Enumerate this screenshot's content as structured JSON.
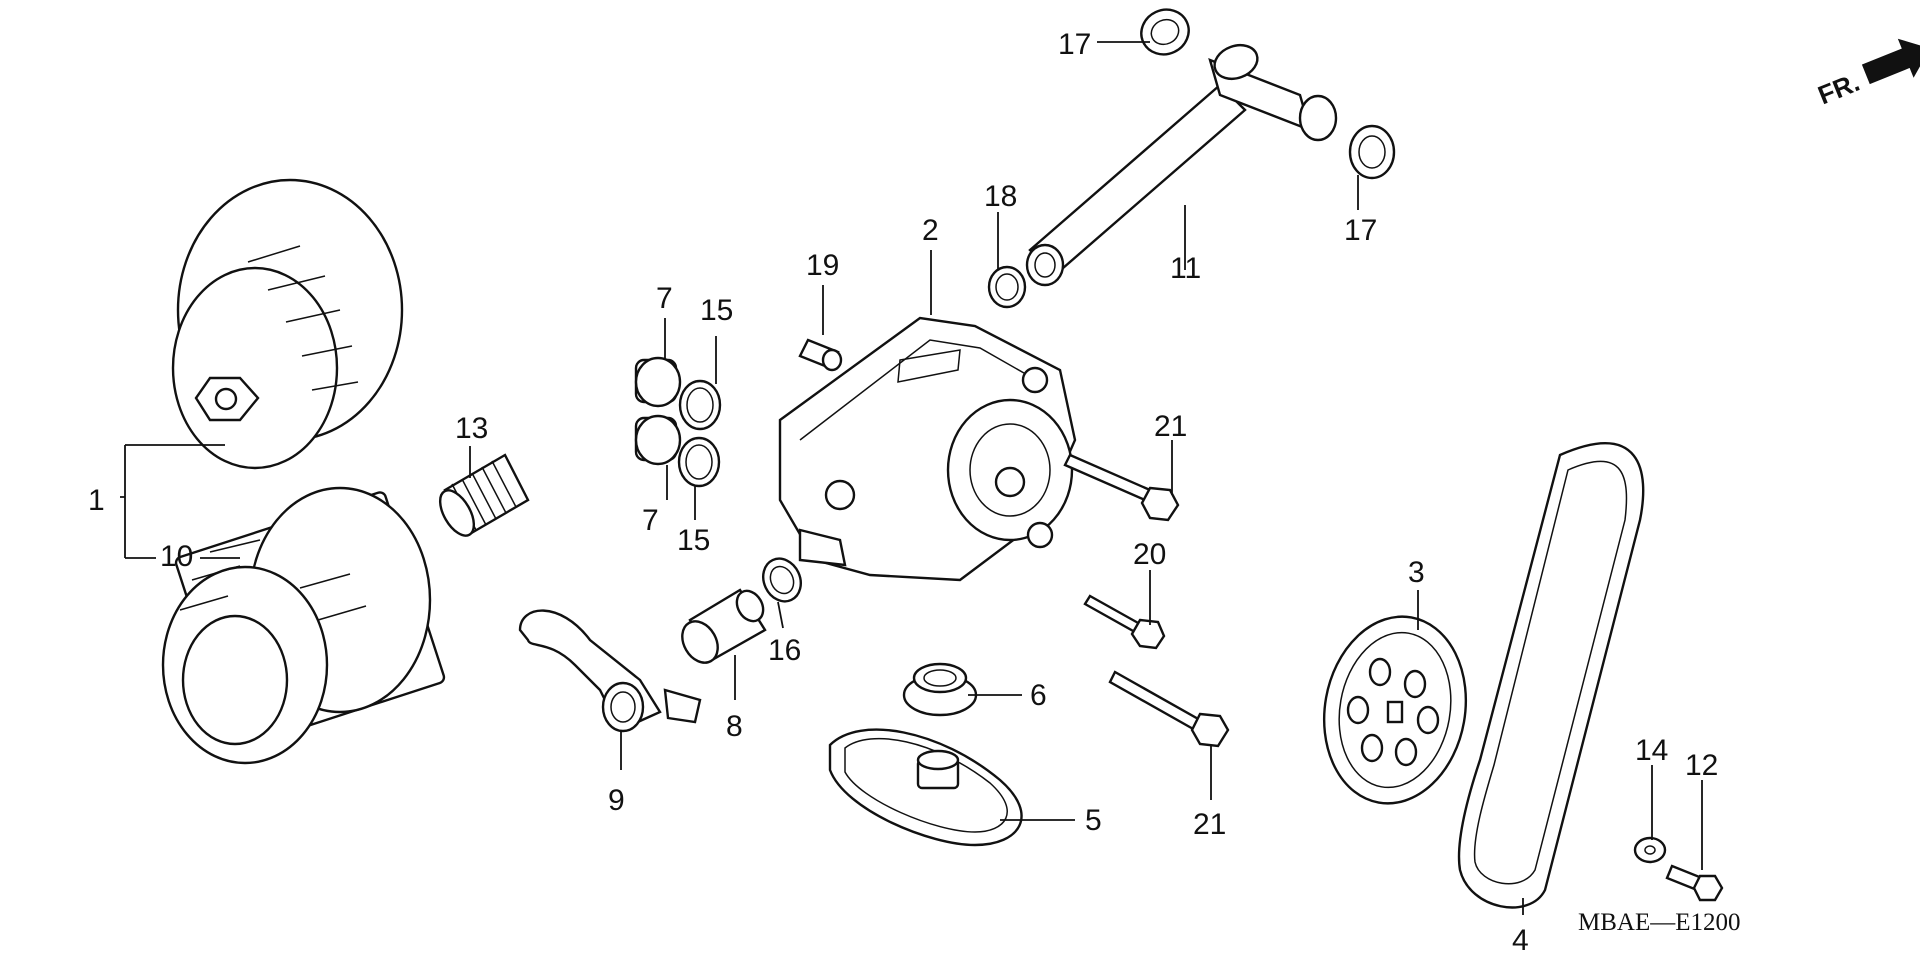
{
  "orientation_label": "FR.",
  "diagram_code": "MBAE—E1200",
  "callouts": [
    {
      "id": "c1",
      "text": "1"
    },
    {
      "id": "c2",
      "text": "2"
    },
    {
      "id": "c3",
      "text": "3"
    },
    {
      "id": "c4",
      "text": "4"
    },
    {
      "id": "c5",
      "text": "5"
    },
    {
      "id": "c6",
      "text": "6"
    },
    {
      "id": "c7a",
      "text": "7"
    },
    {
      "id": "c7b",
      "text": "7"
    },
    {
      "id": "c8",
      "text": "8"
    },
    {
      "id": "c9",
      "text": "9"
    },
    {
      "id": "c10",
      "text": "10"
    },
    {
      "id": "c11",
      "text": "11"
    },
    {
      "id": "c12",
      "text": "12"
    },
    {
      "id": "c13",
      "text": "13"
    },
    {
      "id": "c14",
      "text": "14"
    },
    {
      "id": "c15a",
      "text": "15"
    },
    {
      "id": "c15b",
      "text": "15"
    },
    {
      "id": "c16",
      "text": "16"
    },
    {
      "id": "c17a",
      "text": "17"
    },
    {
      "id": "c17b",
      "text": "17"
    },
    {
      "id": "c18",
      "text": "18"
    },
    {
      "id": "c19",
      "text": "19"
    },
    {
      "id": "c20",
      "text": "20"
    },
    {
      "id": "c21a",
      "text": "21"
    },
    {
      "id": "c21b",
      "text": "21"
    }
  ]
}
